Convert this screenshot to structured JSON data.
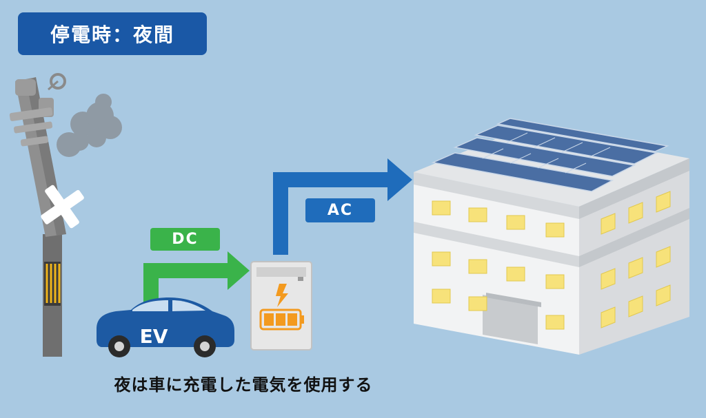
{
  "header": {
    "title": "停電時：夜間"
  },
  "flow": {
    "dc_label": "DC",
    "ac_label": "AC"
  },
  "vehicle": {
    "label": "EV"
  },
  "caption": "夜は車に充電した電気を使用する",
  "colors": {
    "background": "#a9c9e2",
    "title_badge": "#1a58a6",
    "dc_arrow": "#3ab34a",
    "ac_arrow": "#1f6cbb",
    "moon": "#f5b21b",
    "car_body": "#1d5aa3",
    "battery_orange": "#f39a1f"
  },
  "icons": [
    "utility-pole-icon",
    "smoke-icon",
    "moon-icon",
    "car-icon",
    "power-storage-unit-icon",
    "building-icon",
    "solar-panel-icon"
  ]
}
